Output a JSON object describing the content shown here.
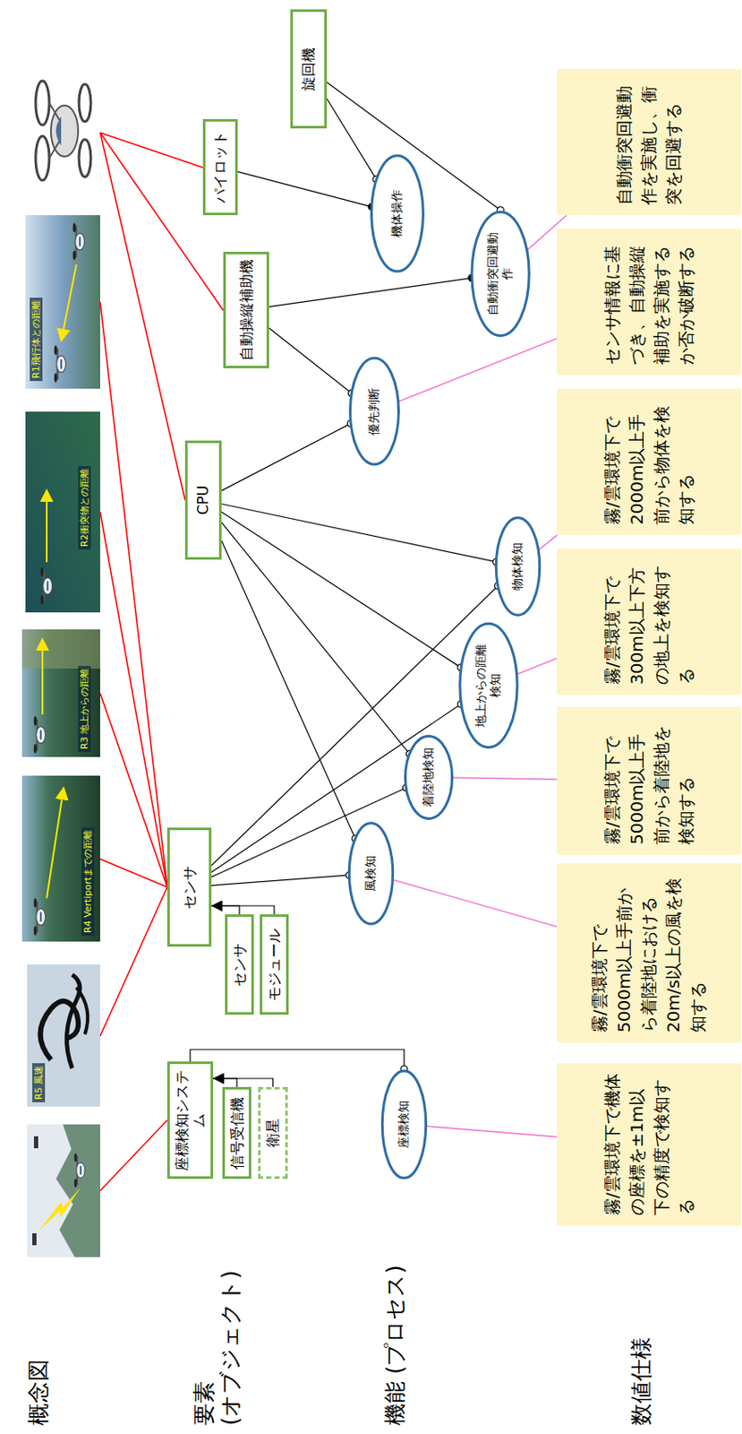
{
  "diagram": {
    "nodes": [
      {
        "text": [
          "座標検知システム"
        ]
      },
      {
        "text": [
          "信号受信機"
        ]
      },
      {
        "text": [
          "衛星"
        ]
      },
      {
        "text": [
          "センサ"
        ]
      },
      {
        "text": [
          "センサ"
        ]
      },
      {
        "text": [
          "モジュール"
        ]
      },
      {
        "text": [
          "CPU"
        ]
      },
      {
        "text": [
          "自動操縦補助機"
        ]
      },
      {
        "text": [
          "パイロット"
        ]
      },
      {
        "text": [
          "旋回機"
        ]
      },
      {
        "text": [
          "座標検知"
        ]
      },
      {
        "text": [
          "風検知"
        ]
      },
      {
        "text": [
          "着陸地検知"
        ]
      },
      {
        "text": [
          "地上からの距離検知"
        ]
      },
      {
        "text": [
          "物体検知"
        ]
      },
      {
        "text": [
          "優先判断"
        ]
      },
      {
        "text": [
          "自動衝突回避動作"
        ]
      },
      {
        "text": [
          "機体操作"
        ]
      },
      {
        "text": [
          "霧/雲環境下で機体の座標を±1m以下の精度で検知する"
        ]
      },
      {
        "text": [
          "霧/雲環境下で5000m以上手前から着陸地における20m/s以上の風を検知する"
        ]
      },
      {
        "text": [
          "霧/雲環境下で5000m以上手前から着陸地を検知する"
        ]
      },
      {
        "text": [
          "霧/雲環境下で300m以上下方の地上を検知する"
        ]
      },
      {
        "text": [
          "霧/雲環境下で2000m以上手前から物体を検知する"
        ]
      },
      {
        "text": [
          "センサ情報に基づき、自動操縦補助を実施するか否か破断する"
        ]
      },
      {
        "text": [
          "自動衝突回避動作を実施し、衝突を回避する"
        ]
      }
    ],
    "edges": [
      {
        "from": 1,
        "to": 0,
        "arrow": "to"
      },
      {
        "from": 2,
        "to": 0,
        "arrow": "to"
      },
      {
        "from": 4,
        "to": 3,
        "arrow": "to"
      },
      {
        "from": 5,
        "to": 3,
        "arrow": "to"
      },
      {
        "from": 0,
        "to": 10,
        "arrow": "to"
      },
      {
        "from": 3,
        "to": 11,
        "arrow": "to"
      },
      {
        "from": 3,
        "to": 12,
        "arrow": "to"
      },
      {
        "from": 3,
        "to": 13,
        "arrow": "to"
      },
      {
        "from": 3,
        "to": 14,
        "arrow": "to"
      },
      {
        "from": 6,
        "to": 11,
        "arrow": "to"
      },
      {
        "from": 6,
        "to": 12,
        "arrow": "to"
      },
      {
        "from": 6,
        "to": 13,
        "arrow": "to"
      },
      {
        "from": 6,
        "to": 14,
        "arrow": "to"
      },
      {
        "from": 6,
        "to": 15,
        "arrow": "to"
      },
      {
        "from": 7,
        "to": 15,
        "arrow": "to"
      },
      {
        "from": 7,
        "to": 16,
        "arrow": "to"
      },
      {
        "from": 8,
        "to": 17,
        "arrow": "to"
      },
      {
        "from": 9,
        "to": 17,
        "arrow": "to"
      },
      {
        "from": 9,
        "to": 16,
        "arrow": "to"
      },
      {
        "from": 18,
        "to": 10,
        "arrow": "none"
      },
      {
        "from": 19,
        "to": 11,
        "arrow": "none"
      },
      {
        "from": 20,
        "to": 12,
        "arrow": "none"
      },
      {
        "from": 21,
        "to": 13,
        "arrow": "none"
      },
      {
        "from": 22,
        "to": 14,
        "arrow": "none"
      },
      {
        "from": 23,
        "to": 15,
        "arrow": "none"
      },
      {
        "from": 24,
        "to": 16,
        "arrow": "none"
      }
    ],
    "labels": [
      "概念図",
      "要素 (オブジェクト)",
      "機能 (プロセス)",
      "数値仕様",
      "R5 風速",
      "R4 Vertiportまでの距離",
      "R3 地上からの距離",
      "R2衝突物との距離",
      "R1飛行体との距離"
    ]
  }
}
